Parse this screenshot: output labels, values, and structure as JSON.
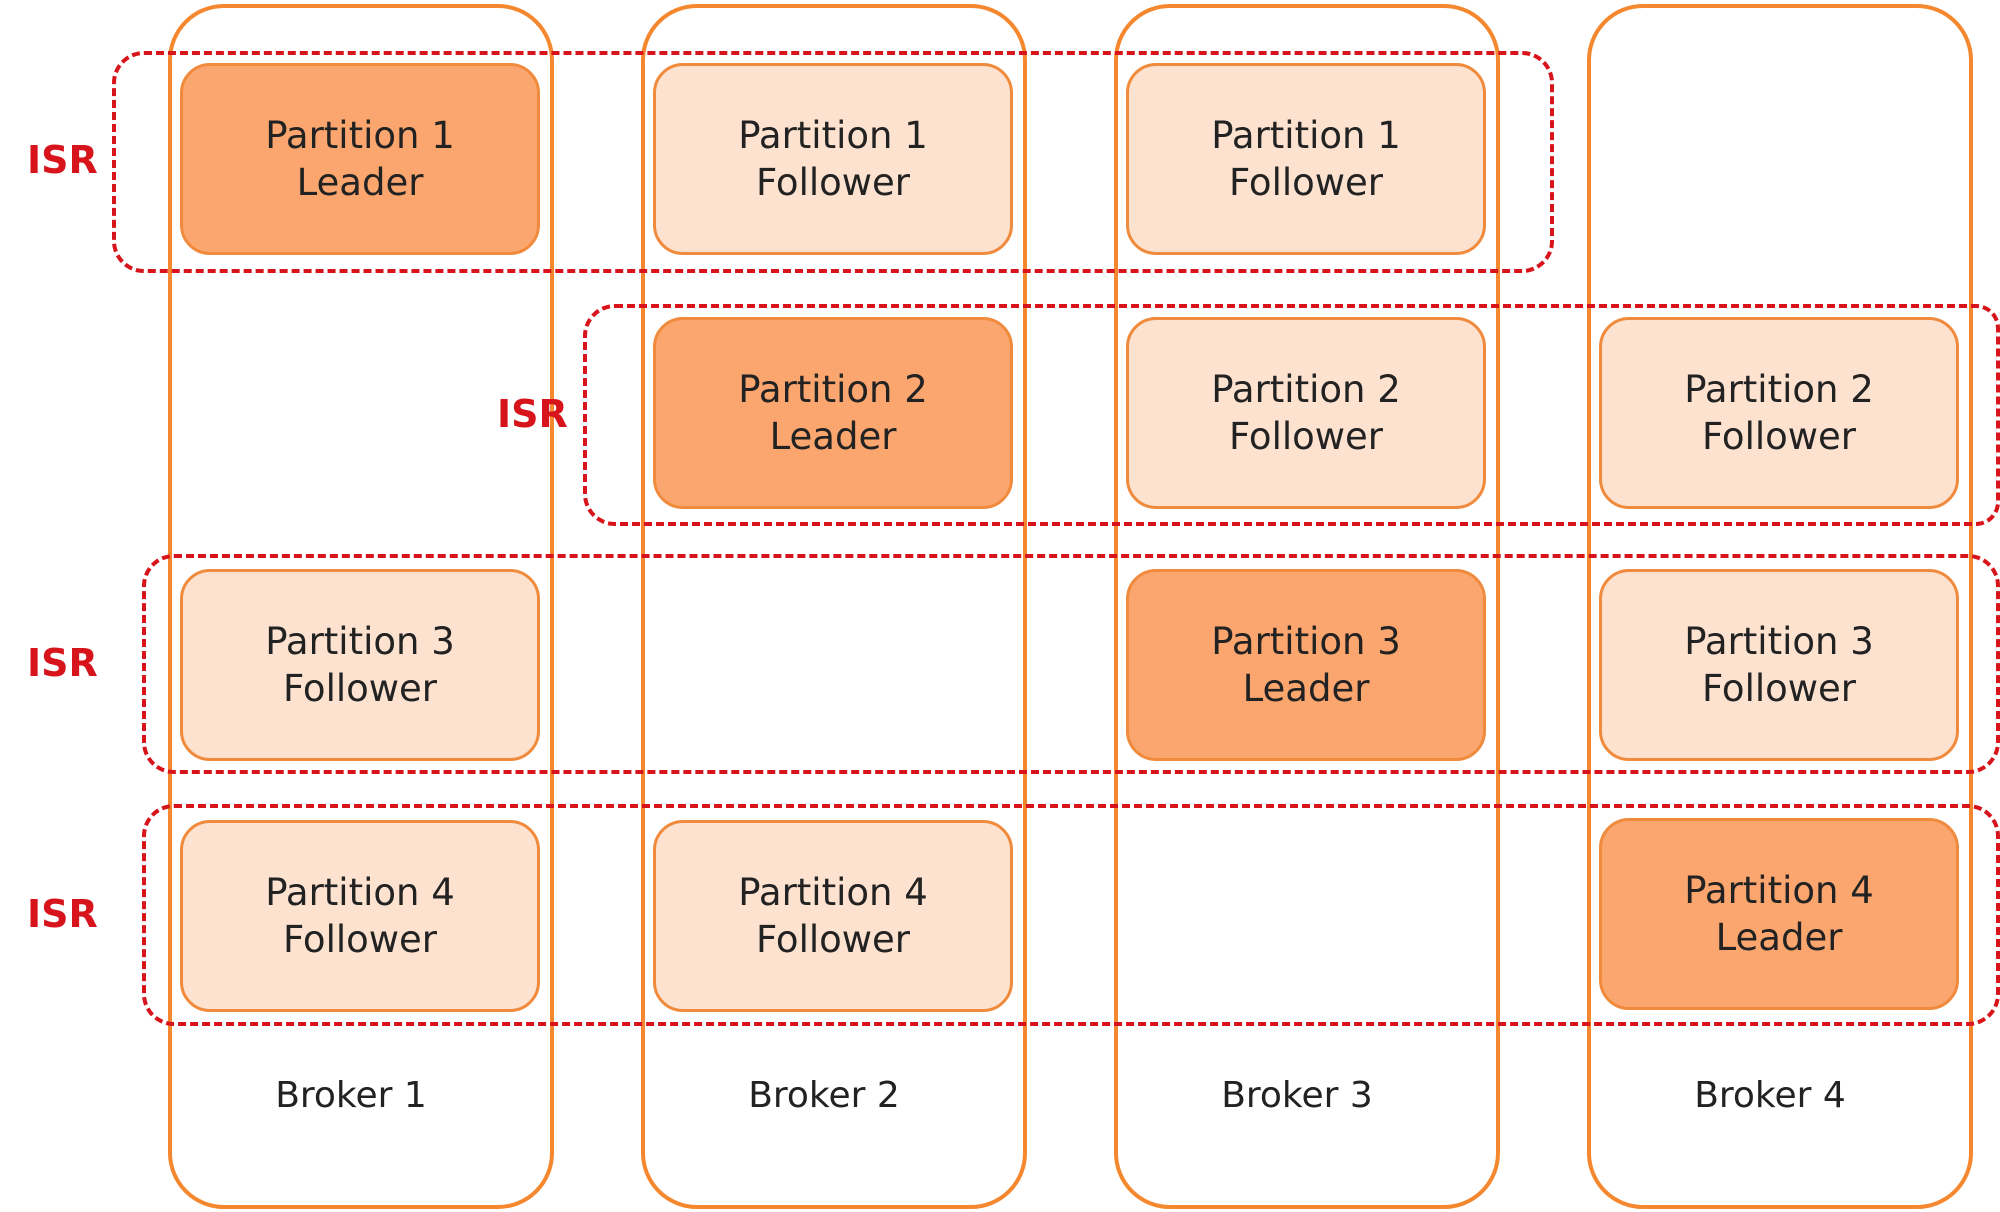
{
  "colors": {
    "broker_border": "#F5882F",
    "isr_border": "#D7141B",
    "leader_fill": "#FBA66F",
    "follower_fill": "#FDE2D0",
    "replica_border": "#F08A3C"
  },
  "brokers": [
    {
      "label": "Broker 1"
    },
    {
      "label": "Broker 2"
    },
    {
      "label": "Broker 3"
    },
    {
      "label": "Broker 4"
    }
  ],
  "isr_groups": [
    {
      "label": "ISR"
    },
    {
      "label": "ISR"
    },
    {
      "label": "ISR"
    },
    {
      "label": "ISR"
    }
  ],
  "replicas": [
    {
      "partition": "Partition 1",
      "role": "Leader",
      "broker": 1,
      "row": 1
    },
    {
      "partition": "Partition 1",
      "role": "Follower",
      "broker": 2,
      "row": 1
    },
    {
      "partition": "Partition 1",
      "role": "Follower",
      "broker": 3,
      "row": 1
    },
    {
      "partition": "Partition 2",
      "role": "Leader",
      "broker": 2,
      "row": 2
    },
    {
      "partition": "Partition 2",
      "role": "Follower",
      "broker": 3,
      "row": 2
    },
    {
      "partition": "Partition 2",
      "role": "Follower",
      "broker": 4,
      "row": 2
    },
    {
      "partition": "Partition 3",
      "role": "Follower",
      "broker": 1,
      "row": 3
    },
    {
      "partition": "Partition 3",
      "role": "Leader",
      "broker": 3,
      "row": 3
    },
    {
      "partition": "Partition 3",
      "role": "Follower",
      "broker": 4,
      "row": 3
    },
    {
      "partition": "Partition 4",
      "role": "Follower",
      "broker": 1,
      "row": 4
    },
    {
      "partition": "Partition 4",
      "role": "Follower",
      "broker": 2,
      "row": 4
    },
    {
      "partition": "Partition 4",
      "role": "Leader",
      "broker": 4,
      "row": 4
    }
  ]
}
